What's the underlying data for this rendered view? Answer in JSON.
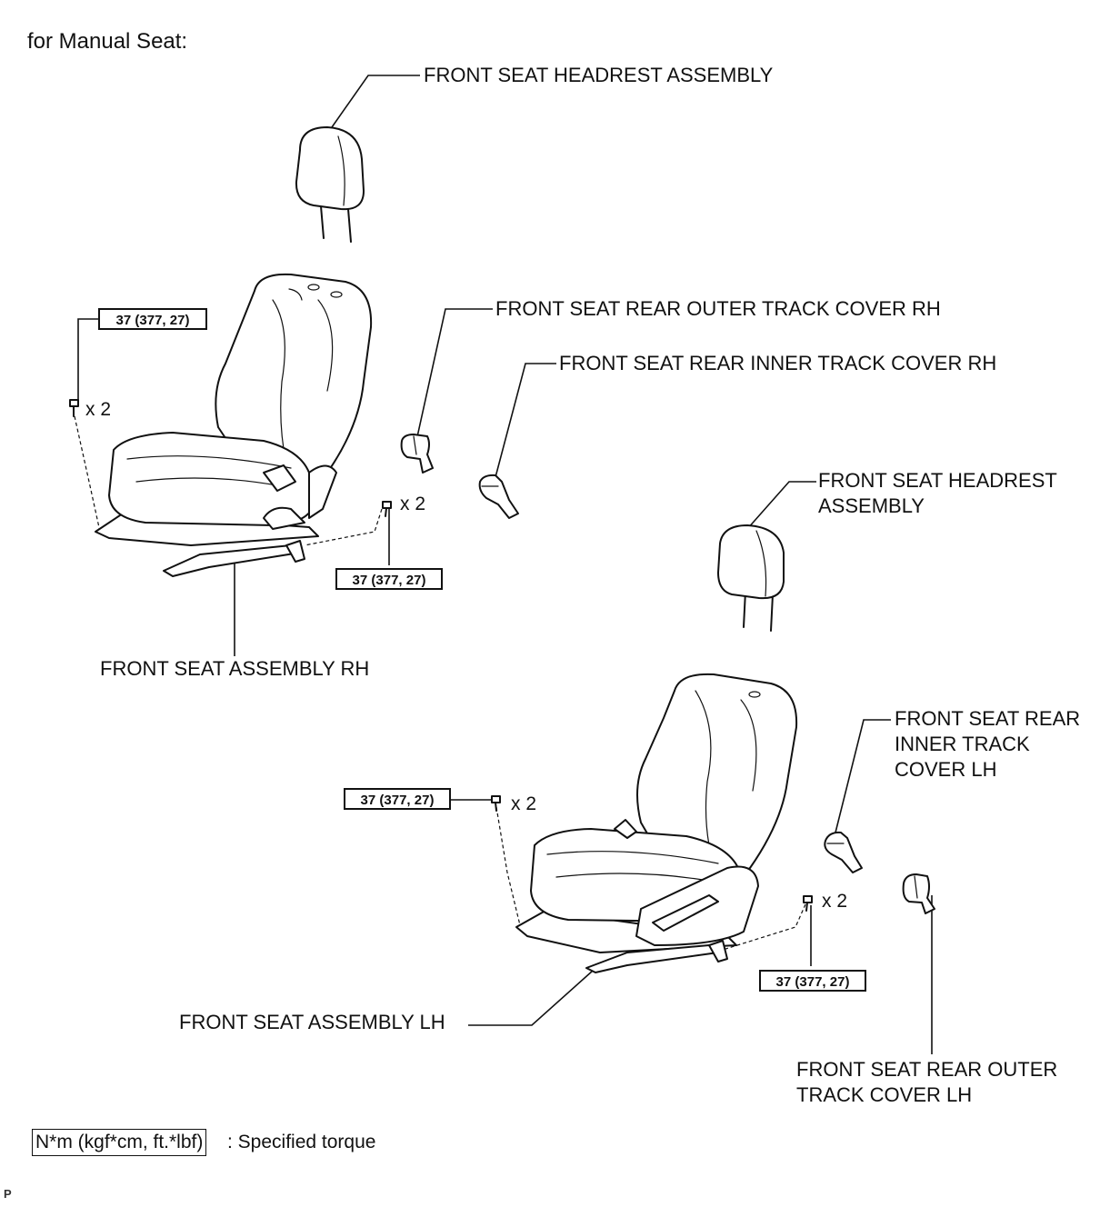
{
  "title": "for Manual Seat:",
  "labels": {
    "headrest_rh": "FRONT SEAT HEADREST ASSEMBLY",
    "outer_cover_rh": "FRONT SEAT REAR OUTER TRACK COVER RH",
    "inner_cover_rh": "FRONT SEAT REAR INNER TRACK COVER RH",
    "headrest_lh": "FRONT SEAT HEADREST\nASSEMBLY",
    "seat_rh": "FRONT SEAT ASSEMBLY RH",
    "inner_cover_lh": "FRONT SEAT REAR\nINNER TRACK\nCOVER LH",
    "seat_lh": "FRONT SEAT ASSEMBLY LH",
    "outer_cover_lh": "FRONT SEAT REAR OUTER\nTRACK COVER LH"
  },
  "torque": {
    "rh_front": "37 (377, 27)",
    "rh_rear": "37 (377, 27)",
    "lh_front": "37 (377, 27)",
    "lh_rear": "37 (377, 27)"
  },
  "quantity": {
    "rh_front": "x 2",
    "rh_rear": "x 2",
    "lh_front": "x 2",
    "lh_rear": "x 2"
  },
  "legend": {
    "unit": "N*m (kgf*cm, ft.*lbf)",
    "description": ": Specified torque"
  },
  "footer_code": "P"
}
